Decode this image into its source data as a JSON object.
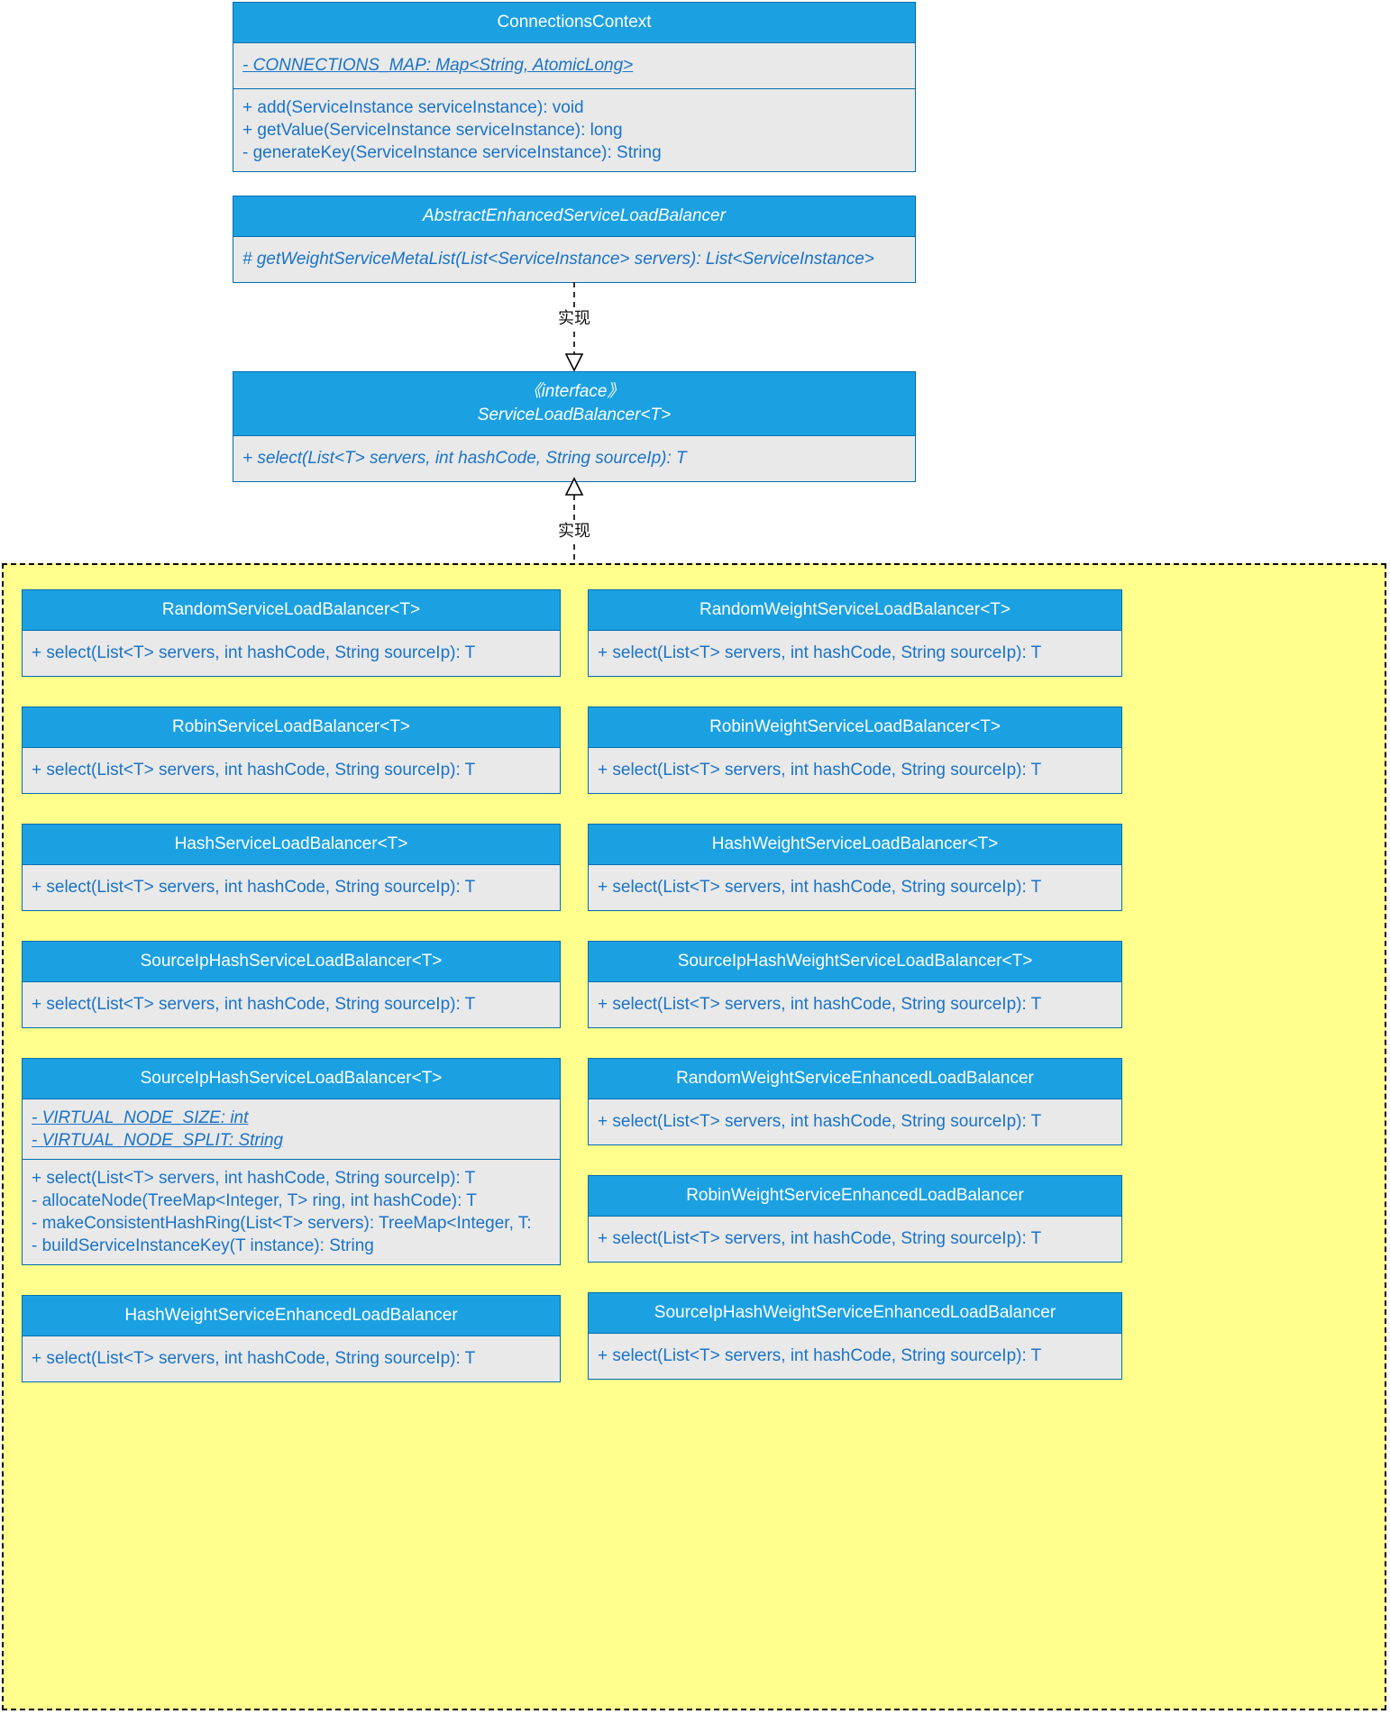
{
  "labels": {
    "realize_top": "实现",
    "realize_bottom": "实现"
  },
  "colors": {
    "header_bg": "#1BA1E2",
    "box_border": "#006EAF",
    "body_bg": "#E9E9E9",
    "body_text": "#1A73C8",
    "group_bg": "#FFFF8D",
    "header_text": "#FFFFFF"
  },
  "classes": {
    "connections_context": {
      "title": "ConnectionsContext",
      "fields": [
        "- CONNECTIONS_MAP: Map<String, AtomicLong>"
      ],
      "methods": [
        "+ add(ServiceInstance serviceInstance): void",
        "+ getValue(ServiceInstance serviceInstance): long",
        "- generateKey(ServiceInstance serviceInstance): String"
      ]
    },
    "abstract_enhanced": {
      "title": "AbstractEnhancedServiceLoadBalancer",
      "methods": [
        "# getWeightServiceMetaList(List<ServiceInstance> servers): List<ServiceInstance>"
      ]
    },
    "service_interface": {
      "stereotype": "《interface》",
      "title": "ServiceLoadBalancer<T>",
      "methods": [
        "+ select(List<T> servers, int hashCode, String sourceIp): T"
      ]
    },
    "left": [
      {
        "title": "RandomServiceLoadBalancer<T>",
        "methods": [
          "+ select(List<T> servers, int hashCode, String sourceIp): T"
        ]
      },
      {
        "title": "RobinServiceLoadBalancer<T>",
        "methods": [
          "+ select(List<T> servers, int hashCode, String sourceIp): T"
        ]
      },
      {
        "title": "HashServiceLoadBalancer<T>",
        "methods": [
          "+ select(List<T> servers, int hashCode, String sourceIp): T"
        ]
      },
      {
        "title": "SourceIpHashServiceLoadBalancer<T>",
        "methods": [
          "+ select(List<T> servers, int hashCode, String sourceIp): T"
        ]
      },
      {
        "title": "SourceIpHashServiceLoadBalancer<T>",
        "fields": [
          "- VIRTUAL_NODE_SIZE: int",
          "- VIRTUAL_NODE_SPLIT: String"
        ],
        "methods": [
          "+ select(List<T> servers, int hashCode, String sourceIp): T",
          "- allocateNode(TreeMap<Integer, T> ring, int hashCode): T",
          "- makeConsistentHashRing(List<T> servers): TreeMap<Integer, T:",
          "- buildServiceInstanceKey(T instance): String"
        ]
      },
      {
        "title": "HashWeightServiceEnhancedLoadBalancer",
        "methods": [
          "+ select(List<T> servers, int hashCode, String sourceIp): T"
        ]
      }
    ],
    "right": [
      {
        "title": "RandomWeightServiceLoadBalancer<T>",
        "methods": [
          "+ select(List<T> servers, int hashCode, String sourceIp): T"
        ]
      },
      {
        "title": "RobinWeightServiceLoadBalancer<T>",
        "methods": [
          "+ select(List<T> servers, int hashCode, String sourceIp): T"
        ]
      },
      {
        "title": "HashWeightServiceLoadBalancer<T>",
        "methods": [
          "+ select(List<T> servers, int hashCode, String sourceIp): T"
        ]
      },
      {
        "title": "SourceIpHashWeightServiceLoadBalancer<T>",
        "methods": [
          "+ select(List<T> servers, int hashCode, String sourceIp): T"
        ]
      },
      {
        "title": "RandomWeightServiceEnhancedLoadBalancer",
        "methods": [
          "+ select(List<T> servers, int hashCode, String sourceIp): T"
        ]
      },
      {
        "title": "RobinWeightServiceEnhancedLoadBalancer",
        "methods": [
          "+ select(List<T> servers, int hashCode, String sourceIp): T"
        ]
      },
      {
        "title": "SourceIpHashWeightServiceEnhancedLoadBalancer",
        "methods": [
          "+ select(List<T> servers, int hashCode, String sourceIp): T"
        ]
      }
    ]
  }
}
